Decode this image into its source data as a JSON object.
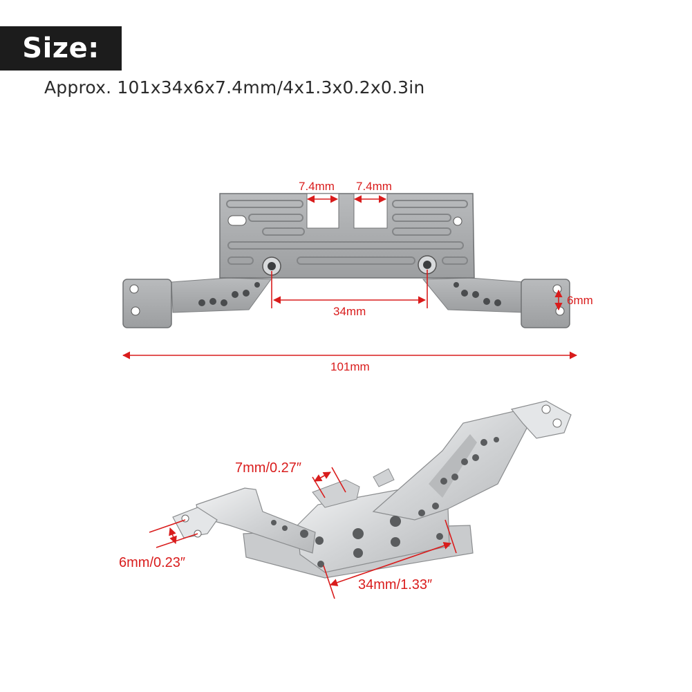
{
  "header": {
    "badge": "Size:",
    "description": "Approx. 101x34x6x7.4mm/4x1.3x0.2x0.3in"
  },
  "top_view": {
    "slot_left": "7.4mm",
    "slot_right": "7.4mm",
    "hole_spacing": "34mm",
    "thickness": "6mm",
    "length": "101mm"
  },
  "perspective_view": {
    "slot": "7mm/0.27″",
    "thickness": "6mm/0.23″",
    "hole_spacing": "34mm/1.33″"
  },
  "colors": {
    "annotation": "#d91c1c",
    "metal_top": "#a9abad",
    "metal_perspective": "#d6d8da",
    "badge": "#1c1c1c"
  }
}
